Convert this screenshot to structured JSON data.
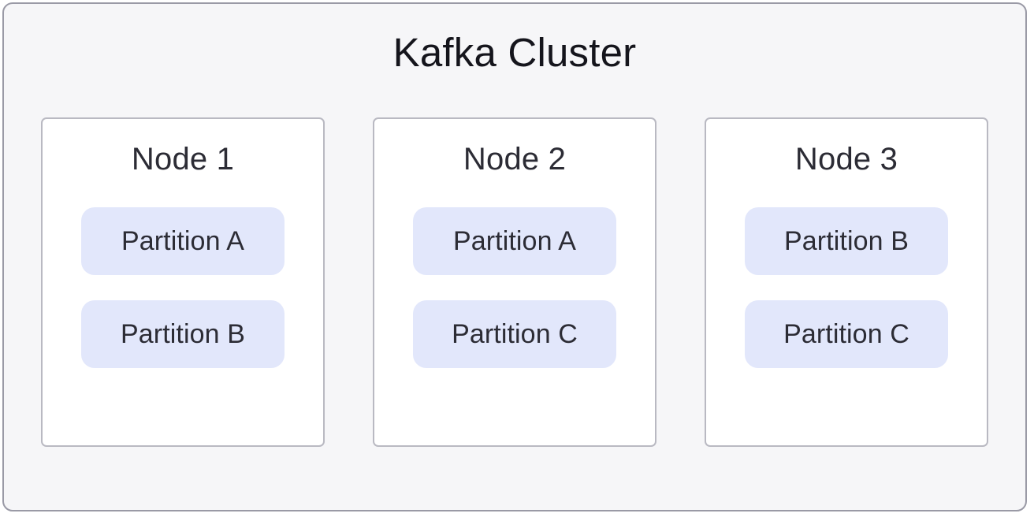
{
  "diagram": {
    "title": "Kafka Cluster",
    "colors": {
      "container_background": "#f6f6f8",
      "container_border": "#9a9aa6",
      "node_background": "#ffffff",
      "node_border": "#b9b9c2",
      "partition_background": "#e2e7fb",
      "text": "#2c2c35",
      "title_text": "#15151c"
    },
    "nodes": [
      {
        "label": "Node 1",
        "partitions": [
          {
            "label": "Partition A"
          },
          {
            "label": "Partition B"
          }
        ]
      },
      {
        "label": "Node 2",
        "partitions": [
          {
            "label": "Partition A"
          },
          {
            "label": "Partition C"
          }
        ]
      },
      {
        "label": "Node 3",
        "partitions": [
          {
            "label": "Partition B"
          },
          {
            "label": "Partition C"
          }
        ]
      }
    ]
  }
}
